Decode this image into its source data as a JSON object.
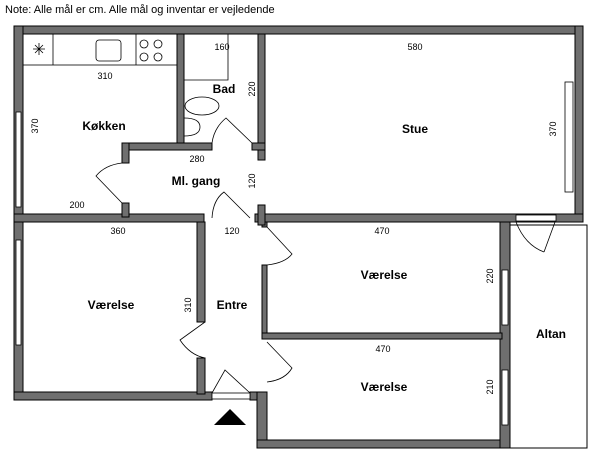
{
  "note": "Note: Alle mål er cm. Alle mål og inventar er vejledende",
  "rooms": {
    "kitchen": "Køkken",
    "bath": "Bad",
    "hall_small": "Ml. gang",
    "living": "Stue",
    "room_left": "Værelse",
    "entrance": "Entre",
    "room_upper": "Værelse",
    "room_lower": "Værelse",
    "balcony": "Altan"
  },
  "dimensions": {
    "kitchen_width": "310",
    "kitchen_height": "370",
    "kitchen_lower": "200",
    "bath_width": "160",
    "bath_height": "220",
    "hall_width": "280",
    "hall_height": "120",
    "living_width": "580",
    "living_height": "370",
    "room_left_width": "360",
    "room_left_height": "310",
    "entrance_width": "120",
    "room_upper_width": "470",
    "room_upper_height": "220",
    "room_lower_width": "470",
    "room_lower_height": "210"
  },
  "entrance_marker": "triangle-arrow"
}
